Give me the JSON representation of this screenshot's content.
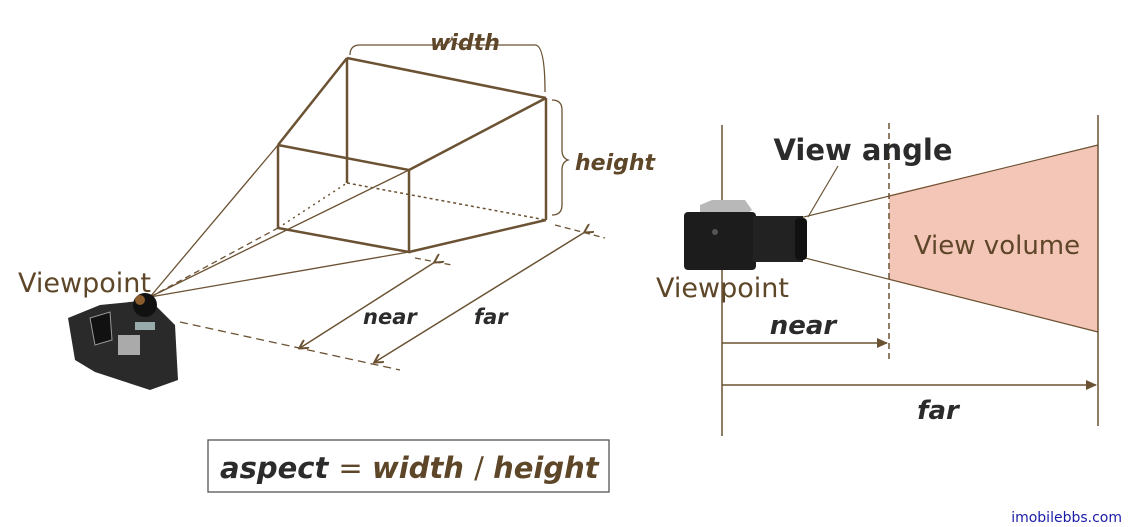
{
  "left": {
    "width_label": "width",
    "height_label": "height",
    "viewpoint_label": "Viewpoint",
    "near_label": "near",
    "far_label": "far",
    "formula": {
      "lhs": "aspect",
      "eq": "=",
      "width": "width",
      "slash": "/",
      "height": "height"
    }
  },
  "right": {
    "view_angle_label": "View angle",
    "view_volume_label": "View volume",
    "viewpoint_label": "Viewpoint",
    "near_label": "near",
    "far_label": "far"
  },
  "watermark": "imobilebbs.com",
  "colors": {
    "line": "#6b5233",
    "text_brown": "#5e4628",
    "text_dark": "#2b2b2b",
    "volume_fill": "#f4c6b8",
    "watermark": "#1a1aa8"
  },
  "icons": [
    "camera-icon"
  ]
}
